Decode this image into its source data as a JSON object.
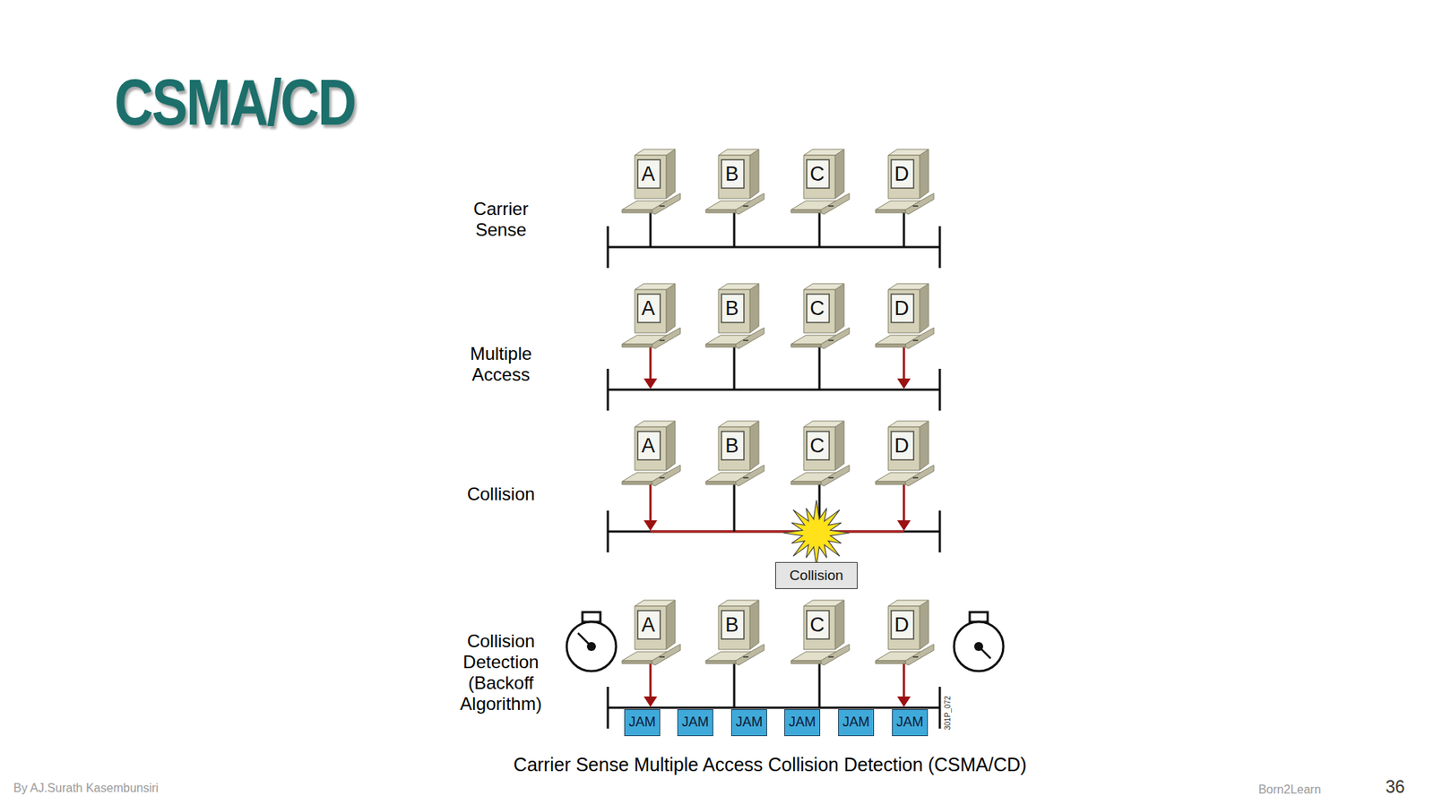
{
  "diagram": {
    "title": "CSMA/CD",
    "caption": "Carrier Sense Multiple Access Collision Detection (CSMA/CD)",
    "nodes": [
      {
        "text": [
          "Collision"
        ]
      },
      {
        "text": [
          "JAM"
        ]
      },
      {
        "text": [
          "JAM"
        ]
      },
      {
        "text": [
          "JAM"
        ]
      },
      {
        "text": [
          "JAM"
        ]
      },
      {
        "text": [
          "JAM"
        ]
      },
      {
        "text": [
          "JAM"
        ]
      }
    ],
    "labels": [
      "Carrier Sense",
      "A",
      "B",
      "C",
      "D",
      "Multiple Access",
      "A",
      "B",
      "C",
      "D",
      "Collision",
      "A",
      "B",
      "C",
      "D",
      "Collision Detection (Backoff Algorithm)",
      "A",
      "B",
      "C",
      "D",
      "301P_072",
      "By AJ.Surath Kasembunsiri",
      "Born2Learn",
      "36"
    ]
  }
}
